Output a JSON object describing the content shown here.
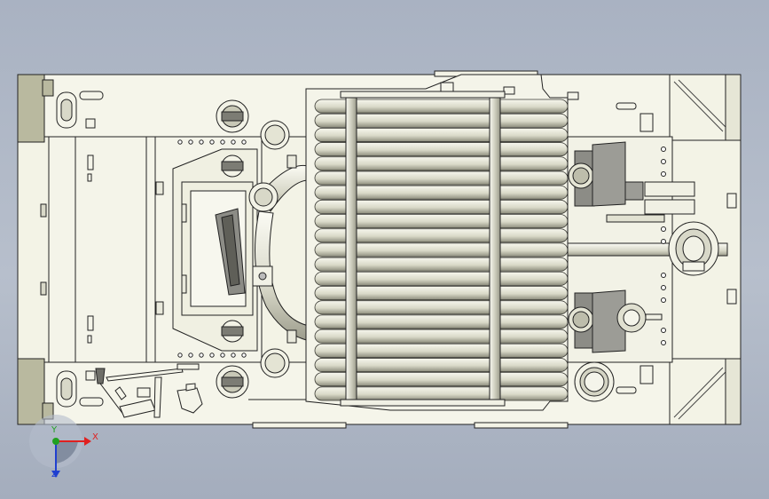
{
  "axes": {
    "x_label": "X",
    "y_label": "Y",
    "z_label": "Z",
    "x_color": "#e02020",
    "y_color": "#20a020",
    "z_color": "#2040d0"
  },
  "colors": {
    "background_top": "#a9b2c2",
    "background_bottom": "#a4adbd",
    "body_fill": "#f3f3e6",
    "body_stroke": "#222222",
    "drum_fill": "#d8d8c8",
    "drum_shade": "#8a8a7a",
    "track_fill": "#b9b99f",
    "dark_part": "#8c8c86"
  },
  "icons": [
    "triad-axes-icon"
  ],
  "drums": {
    "count": 21
  }
}
